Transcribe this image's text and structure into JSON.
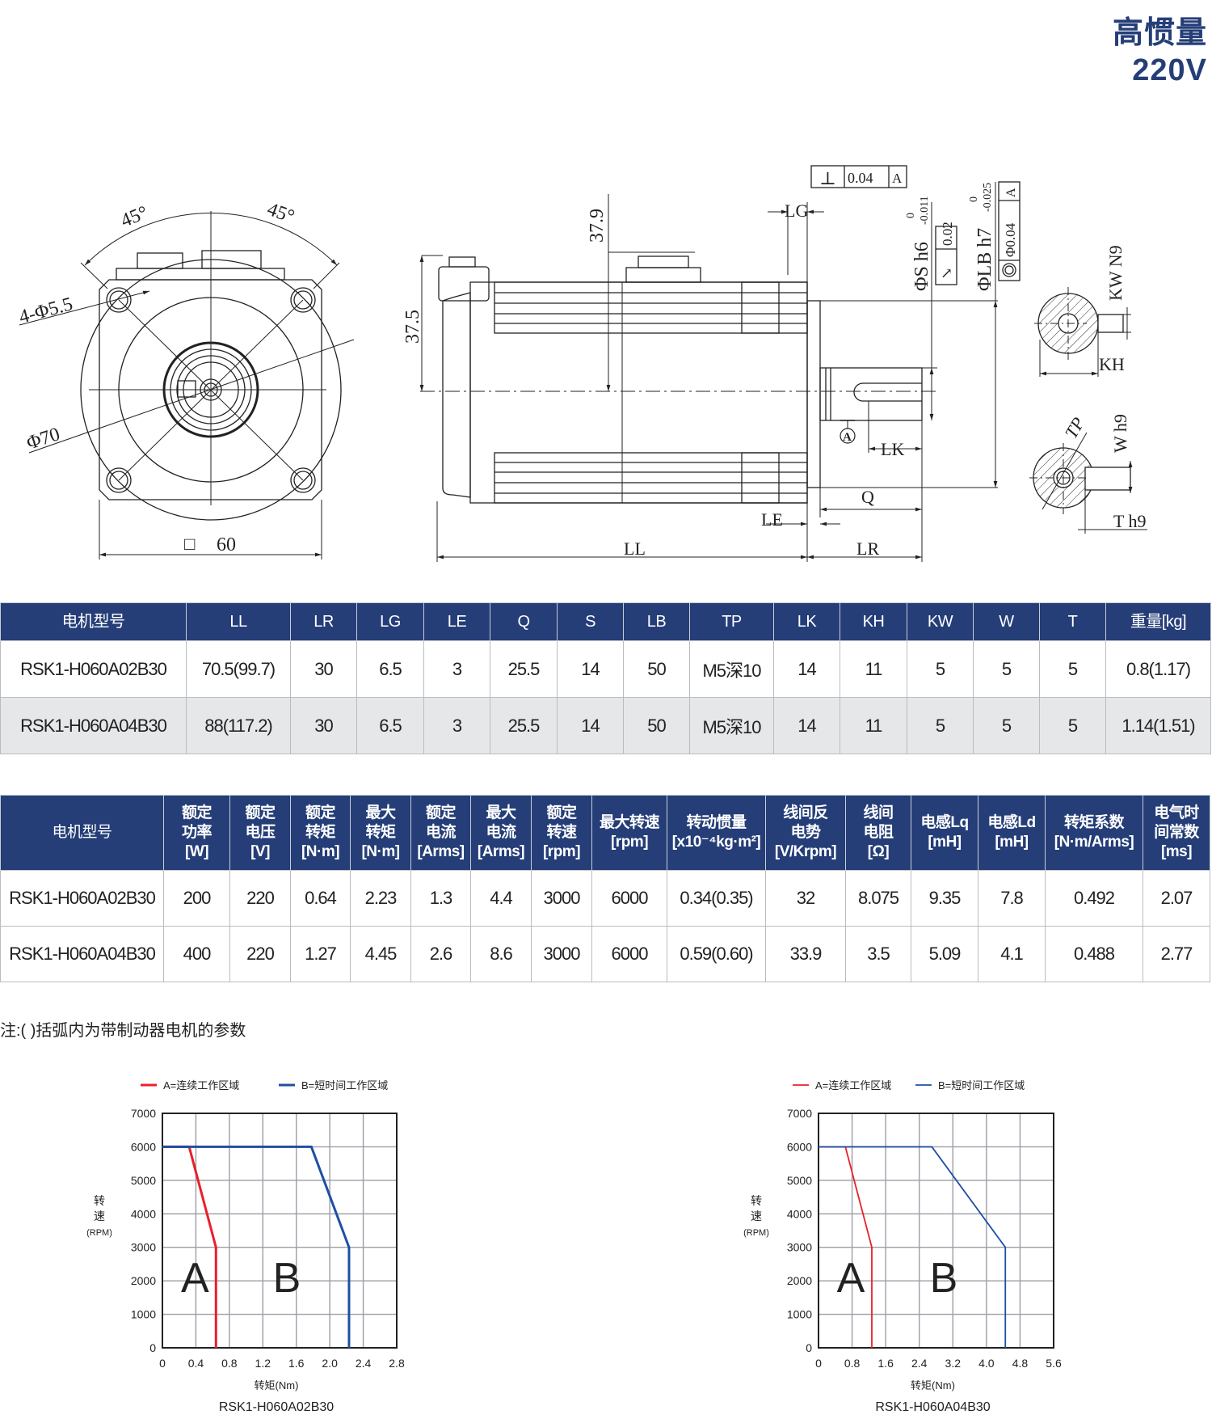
{
  "header": {
    "line1": "高惯量",
    "line2": "220V"
  },
  "drawing": {
    "front": {
      "angle_left": "45°",
      "angle_right": "45°",
      "holes": "4-Φ5.5",
      "pilot": "Φ70",
      "square_symbol": "□",
      "square": "60"
    },
    "side": {
      "d_37_9": "37.9",
      "d_37_5": "37.5",
      "LG": "LG",
      "LE": "LE",
      "LL": "LL",
      "LR": "LR",
      "Q": "Q",
      "LK": "LK",
      "datum": "A",
      "perp_symbol": "⊥",
      "perp_tol": "0.04",
      "perp_ref": "A",
      "s_label": "ΦS h6",
      "s_upper": "0",
      "s_lower": "-0.011",
      "s_runout": "0.02",
      "lb_label": "ΦLB h7",
      "lb_upper": "0",
      "lb_lower": "-0.025",
      "lb_conc": "Φ0.04",
      "lb_ref": "A"
    },
    "key": {
      "kw": "KW N9",
      "kh": "KH",
      "w": "W h9",
      "tp": "TP",
      "t": "T h9"
    }
  },
  "dims_table": {
    "headers": [
      "电机型号",
      "LL",
      "LR",
      "LG",
      "LE",
      "Q",
      "S",
      "LB",
      "TP",
      "LK",
      "KH",
      "KW",
      "W",
      "T",
      "重量[kg]"
    ],
    "rows": [
      [
        "RSK1-H060A02B30",
        "70.5(99.7)",
        "30",
        "6.5",
        "3",
        "25.5",
        "14",
        "50",
        "M5深10",
        "14",
        "11",
        "5",
        "5",
        "5",
        "0.8(1.17)"
      ],
      [
        "RSK1-H060A04B30",
        "88(117.2)",
        "30",
        "6.5",
        "3",
        "25.5",
        "14",
        "50",
        "M5深10",
        "14",
        "11",
        "5",
        "5",
        "5",
        "1.14(1.51)"
      ]
    ]
  },
  "spec_table": {
    "headers": [
      [
        "电机型号"
      ],
      [
        "额定",
        "功率",
        "[W]"
      ],
      [
        "额定",
        "电压",
        "[V]"
      ],
      [
        "额定",
        "转矩",
        "[N·m]"
      ],
      [
        "最大",
        "转矩",
        "[N·m]"
      ],
      [
        "额定",
        "电流",
        "[Arms]"
      ],
      [
        "最大",
        "电流",
        "[Arms]"
      ],
      [
        "额定",
        "转速",
        "[rpm]"
      ],
      [
        "最大转速",
        "[rpm]"
      ],
      [
        "转动惯量",
        "[x10⁻⁴kg·m²]"
      ],
      [
        "线间反",
        "电势",
        "[V/Krpm]"
      ],
      [
        "线间",
        "电阻",
        "[Ω]"
      ],
      [
        "电感Lq",
        "[mH]"
      ],
      [
        "电感Ld",
        "[mH]"
      ],
      [
        "转矩系数",
        "[N·m/Arms]"
      ],
      [
        "电气时",
        "间常数",
        "[ms]"
      ]
    ],
    "rows": [
      [
        "RSK1-H060A02B30",
        "200",
        "220",
        "0.64",
        "2.23",
        "1.3",
        "4.4",
        "3000",
        "6000",
        "0.34(0.35)",
        "32",
        "8.075",
        "9.35",
        "7.8",
        "0.492",
        "2.07"
      ],
      [
        "RSK1-H060A04B30",
        "400",
        "220",
        "1.27",
        "4.45",
        "2.6",
        "8.6",
        "3000",
        "6000",
        "0.59(0.60)",
        "33.9",
        "3.5",
        "5.09",
        "4.1",
        "0.488",
        "2.77"
      ]
    ]
  },
  "note": "注:(    )括弧内为带制动器电机的参数",
  "chart_data": [
    {
      "type": "line",
      "title": "RSK1-H060A02B30",
      "xlabel": "转矩(Nm)",
      "ylabel": [
        "转",
        "速",
        "(RPM)"
      ],
      "xlim": [
        0,
        2.8
      ],
      "ylim": [
        0,
        7000
      ],
      "xticks": [
        "0",
        "0.4",
        "0.8",
        "1.2",
        "1.6",
        "2.0",
        "2.4",
        "2.8"
      ],
      "yticks": [
        "0",
        "1000",
        "2000",
        "3000",
        "4000",
        "5000",
        "6000",
        "7000"
      ],
      "grid": true,
      "legend_position": "top",
      "series": [
        {
          "name": "A=连续工作区域",
          "region_label": "A",
          "color": "#e8202a",
          "x": [
            0,
            0.32,
            0.64,
            0.64
          ],
          "y": [
            6000,
            6000,
            3000,
            0
          ]
        },
        {
          "name": "B=短时间工作区域",
          "region_label": "B",
          "color": "#1f4fa3",
          "x": [
            0,
            1.78,
            2.23,
            2.23
          ],
          "y": [
            6000,
            6000,
            3000,
            0
          ]
        }
      ]
    },
    {
      "type": "line",
      "title": "RSK1-H060A04B30",
      "xlabel": "转矩(Nm)",
      "ylabel": [
        "转",
        "速",
        "(RPM)"
      ],
      "xlim": [
        0,
        5.6
      ],
      "ylim": [
        0,
        7000
      ],
      "xticks": [
        "0",
        "0.8",
        "1.6",
        "2.4",
        "3.2",
        "4.0",
        "4.8",
        "5.6"
      ],
      "yticks": [
        "0",
        "1000",
        "2000",
        "3000",
        "4000",
        "5000",
        "6000",
        "7000"
      ],
      "grid": true,
      "legend_position": "top",
      "series": [
        {
          "name": "A=连续工作区域",
          "region_label": "A",
          "color": "#e8202a",
          "x": [
            0,
            0.64,
            1.27,
            1.27
          ],
          "y": [
            6000,
            6000,
            3000,
            0
          ]
        },
        {
          "name": "B=短时间工作区域",
          "region_label": "B",
          "color": "#1f4fa3",
          "x": [
            0,
            2.7,
            4.45,
            4.45
          ],
          "y": [
            6000,
            6000,
            3000,
            0
          ]
        }
      ]
    }
  ]
}
